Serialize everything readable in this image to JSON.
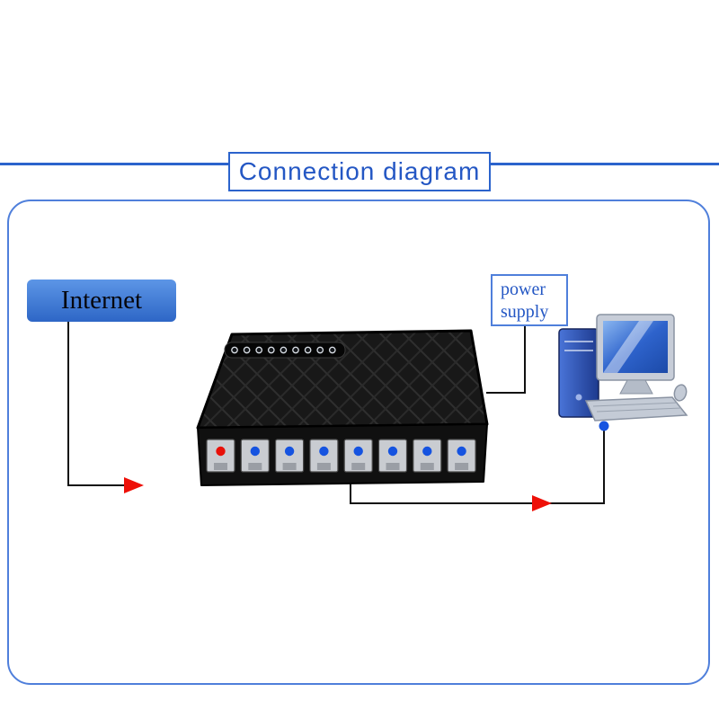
{
  "title": "Connection diagram",
  "labels": {
    "internet": "Internet",
    "power_supply": "power supply"
  },
  "colors": {
    "accent_blue": "#2b63cc",
    "frame_blue": "#4f7fdb",
    "line_black": "#111111",
    "arrow_red": "#ee1008",
    "port_dot_red": "#e81008",
    "port_dot_blue": "#1553e0",
    "switch_body": "#151515"
  },
  "switch": {
    "description": "8-port ethernet switch",
    "led_count": 9,
    "ports": [
      {
        "dot": "red"
      },
      {
        "dot": "blue"
      },
      {
        "dot": "blue"
      },
      {
        "dot": "blue"
      },
      {
        "dot": "blue"
      },
      {
        "dot": "blue"
      },
      {
        "dot": "blue"
      },
      {
        "dot": "blue"
      }
    ]
  }
}
